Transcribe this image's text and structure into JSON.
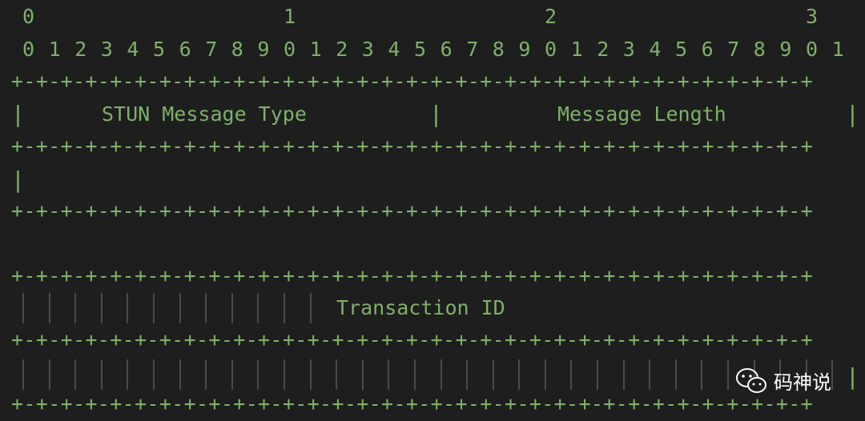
{
  "ruler": {
    "tens": [
      "0",
      "1",
      "2",
      "3"
    ],
    "units": [
      "0",
      "1",
      "2",
      "3",
      "4",
      "5",
      "6",
      "7",
      "8",
      "9",
      "0",
      "1",
      "2",
      "3",
      "4",
      "5",
      "6",
      "7",
      "8",
      "9",
      "0",
      "1",
      "2",
      "3",
      "4",
      "5",
      "6",
      "7",
      "8",
      "9",
      "0",
      "1"
    ]
  },
  "separator": "+-+-+-+-+-+-+-+-+-+-+-+-+-+-+-+-+-+-+-+-+-+-+-+-+-+-+-+-+-+-+-+-+",
  "fields": {
    "type_label": "STUN Message Type",
    "length_label": "Message Length",
    "transaction_label": "Transaction ID"
  },
  "pipe": "|",
  "watermark": {
    "text": "码神说",
    "icon": "wechat-icon"
  }
}
